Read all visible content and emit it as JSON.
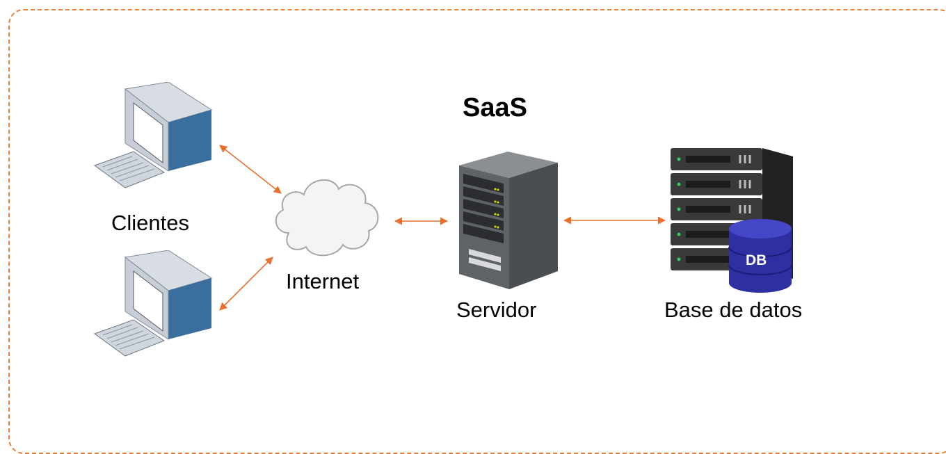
{
  "diagram": {
    "title": "SaaS",
    "nodes": {
      "clients": {
        "label": "Clientes",
        "icon": "desktop-computer-icon"
      },
      "internet": {
        "label": "Internet",
        "icon": "cloud-icon"
      },
      "server": {
        "label": "Servidor",
        "icon": "server-tower-icon"
      },
      "database": {
        "label": "Base de datos",
        "icon": "database-server-icon",
        "badge": "DB"
      }
    },
    "connections": [
      {
        "from": "clients",
        "to": "internet",
        "style": "bidirectional-arrow"
      },
      {
        "from": "clients",
        "to": "internet",
        "style": "bidirectional-arrow"
      },
      {
        "from": "internet",
        "to": "server",
        "style": "bidirectional-arrow"
      },
      {
        "from": "server",
        "to": "database",
        "style": "bidirectional-arrow"
      }
    ],
    "colors": {
      "frame": "#e8823a",
      "arrow": "#e8702a",
      "db_cylinder": "#2e2fa0"
    }
  }
}
